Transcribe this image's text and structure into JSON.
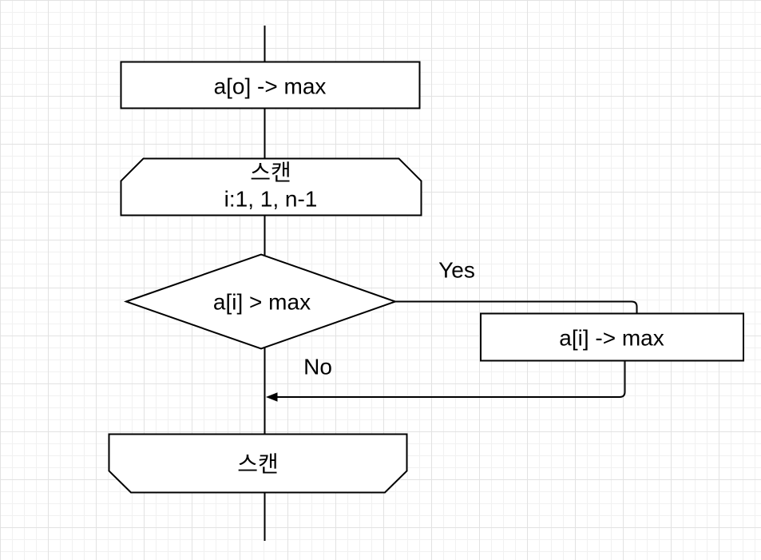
{
  "canvas": {
    "background_color": "#ffffff",
    "grid_minor_color": "#f1f1f1",
    "grid_major_color": "#e2e2e2",
    "stroke_color": "#000000",
    "shape_fill_color": "#ffffff",
    "text_color": "#000000"
  },
  "nodes": {
    "init": {
      "type": "process",
      "label": "a[o] -> max"
    },
    "loop_start": {
      "type": "loop-limit",
      "label_line1": "스캔",
      "label_line2": "i:1, 1, n-1"
    },
    "decision": {
      "type": "decision",
      "label": "a[i] > max"
    },
    "assign": {
      "type": "process",
      "label": "a[i] -> max"
    },
    "loop_end": {
      "type": "loop-limit-end",
      "label": "스캔"
    }
  },
  "edges": {
    "yes_label": "Yes",
    "no_label": "No"
  }
}
